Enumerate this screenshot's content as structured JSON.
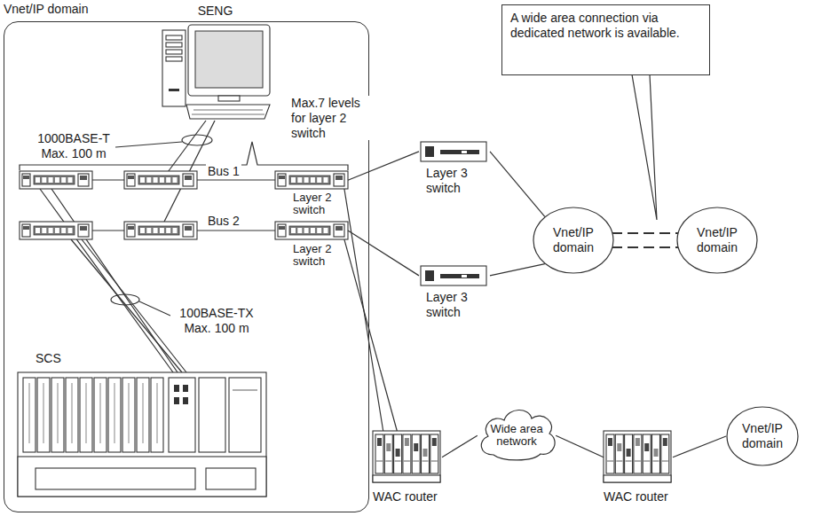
{
  "diagram": {
    "nodes": [
      {
        "text": [
          "Vnet/IP domain"
        ]
      },
      {
        "text": [
          "SENG"
        ],
        "in": 0
      },
      {
        "text": [
          "Layer 2 switch"
        ],
        "in": 0
      },
      {
        "text": [
          "Layer 2 switch"
        ],
        "in": 0
      },
      {
        "text": [
          "SCS"
        ],
        "in": 0
      },
      {
        "text": [
          "Layer 3 switch"
        ]
      },
      {
        "text": [
          "Layer 3 switch"
        ]
      },
      {
        "text": [
          "Vnet/IP domain"
        ]
      },
      {
        "text": [
          "Vnet/IP domain"
        ]
      },
      {
        "text": [
          "A wide area connection via dedicated network is available."
        ]
      },
      {
        "text": [
          "WAC router"
        ]
      },
      {
        "text": [
          "Wide area network"
        ]
      },
      {
        "text": [
          "WAC router"
        ]
      },
      {
        "text": [
          "Vnet/IP domain"
        ]
      }
    ],
    "edges": [
      {
        "from": 2,
        "to": 5,
        "arrow": "none"
      },
      {
        "from": 3,
        "to": 6,
        "arrow": "none"
      },
      {
        "from": 5,
        "to": 7,
        "arrow": "none"
      },
      {
        "from": 6,
        "to": 7,
        "arrow": "none"
      },
      {
        "from": 7,
        "to": 8,
        "arrow": "none"
      },
      {
        "from": 2,
        "to": 10,
        "arrow": "none"
      },
      {
        "from": 3,
        "to": 10,
        "arrow": "none"
      },
      {
        "from": 10,
        "to": 11,
        "arrow": "none"
      },
      {
        "from": 11,
        "to": 12,
        "arrow": "none"
      },
      {
        "from": 12,
        "to": 13,
        "arrow": "none"
      }
    ],
    "labels": [
      "1000BASE-T Max. 100 m",
      "Max.7 levels for layer 2 switch",
      "Bus 1",
      "Bus 2",
      "100BASE-TX Max. 100 m"
    ]
  }
}
